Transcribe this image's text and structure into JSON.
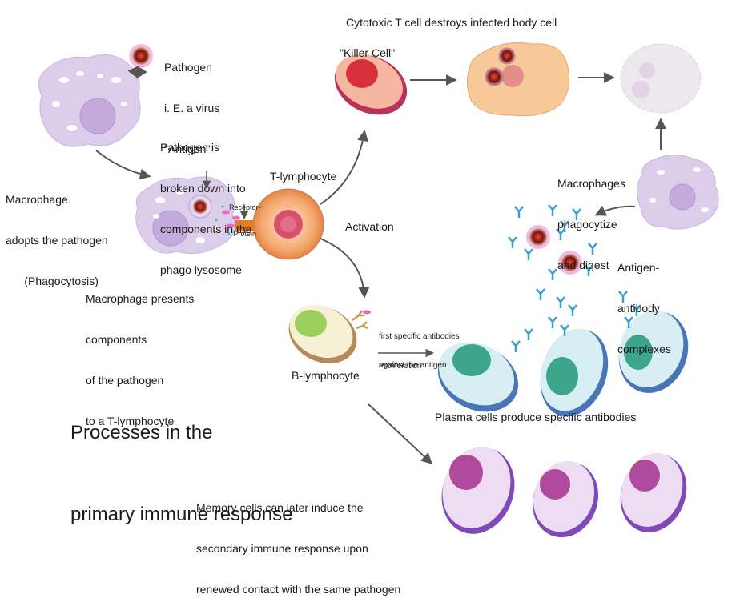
{
  "title_lines": [
    "Processes in the",
    "primary immune response"
  ],
  "top_caption": "Cytotoxic T cell destroys infected body cell",
  "labels": {
    "pathogen": [
      "Pathogen",
      "i. E. a virus",
      "\"Antigen\""
    ],
    "broken_down": [
      "Pathogen is",
      "broken down into",
      "components in the",
      "phago lysosome"
    ],
    "macrophage_adopts": [
      "Macrophage",
      "adopts the pathogen",
      "      (Phagocytosis)"
    ],
    "t_lymphocyte": "T-lymphocyte",
    "receptor": [
      "Receptor-",
      "Protein"
    ],
    "killer_cell": "\"Killer Cell\"",
    "activation": "Activation",
    "macrophage_presents": [
      "Macrophage presents",
      "components",
      "of the pathogen",
      "to a T-lymphocyte"
    ],
    "macrophages_digest": [
      "Macrophages",
      "phagocytize",
      "and digest"
    ],
    "complexes": [
      "Antigen-",
      "antibody",
      "complexes"
    ],
    "first_antibodies": [
      "first specific antibodies",
      "against the antigen"
    ],
    "proliferation": "Proliferation",
    "b_lymphocyte": "B-lymphocyte",
    "plasma_cells": "Plasma cells produce specific antibodies",
    "memory_cells": [
      "Memory cells can later induce the",
      "secondary immune response upon",
      "renewed contact with the same pathogen"
    ]
  },
  "colors": {
    "macrophage": "#d9c8ea",
    "macrophage_nucleus": "#c3a9dc",
    "t_cell": "#f0a868",
    "t_cell_nucleus": "#d9506e",
    "killer": "#e86060",
    "infected": "#f6c89a",
    "b_cell": "#9ccf5e",
    "plasma": "#3da58a",
    "plasma_rim": "#4a74b8",
    "memory": "#b04a9c",
    "memory_rim": "#7d4ab8",
    "antibody": "#3a9fd0",
    "virus": "#b3201a",
    "arrow": "#555555"
  }
}
